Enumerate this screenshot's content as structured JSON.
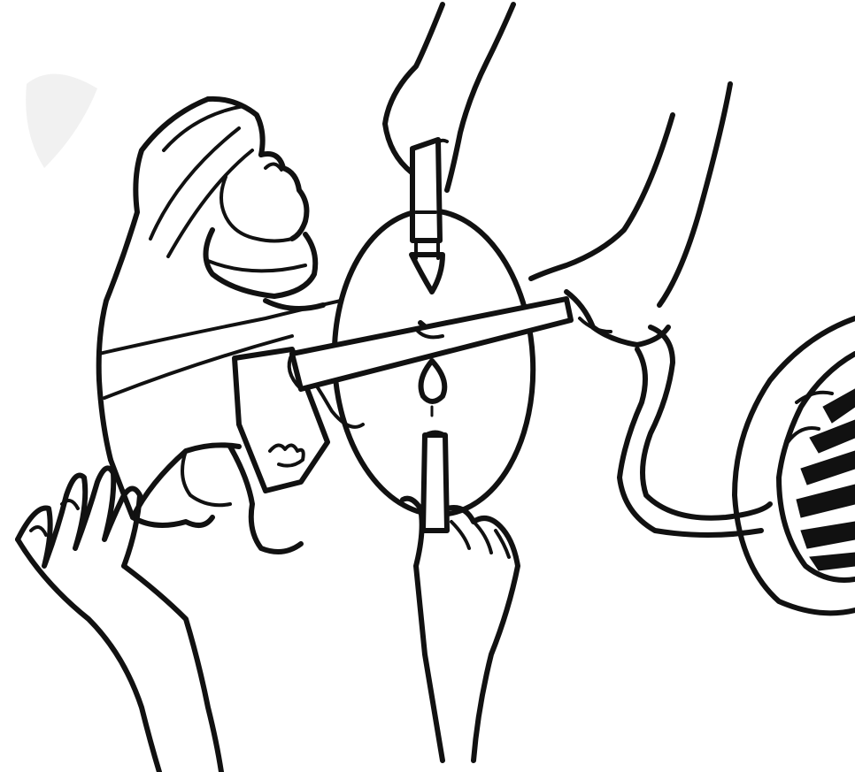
{
  "illustration": {
    "style": "black-and-white line drawing",
    "background_color": "#ffffff",
    "ink_color": "#111111",
    "elements": [
      "seated-figure-with-infant",
      "oval-emblem",
      "hand-holding-hammer",
      "hand-holding-candle",
      "hand-holding-torch",
      "reaching-hand",
      "rope-loop",
      "striped-globe"
    ]
  }
}
